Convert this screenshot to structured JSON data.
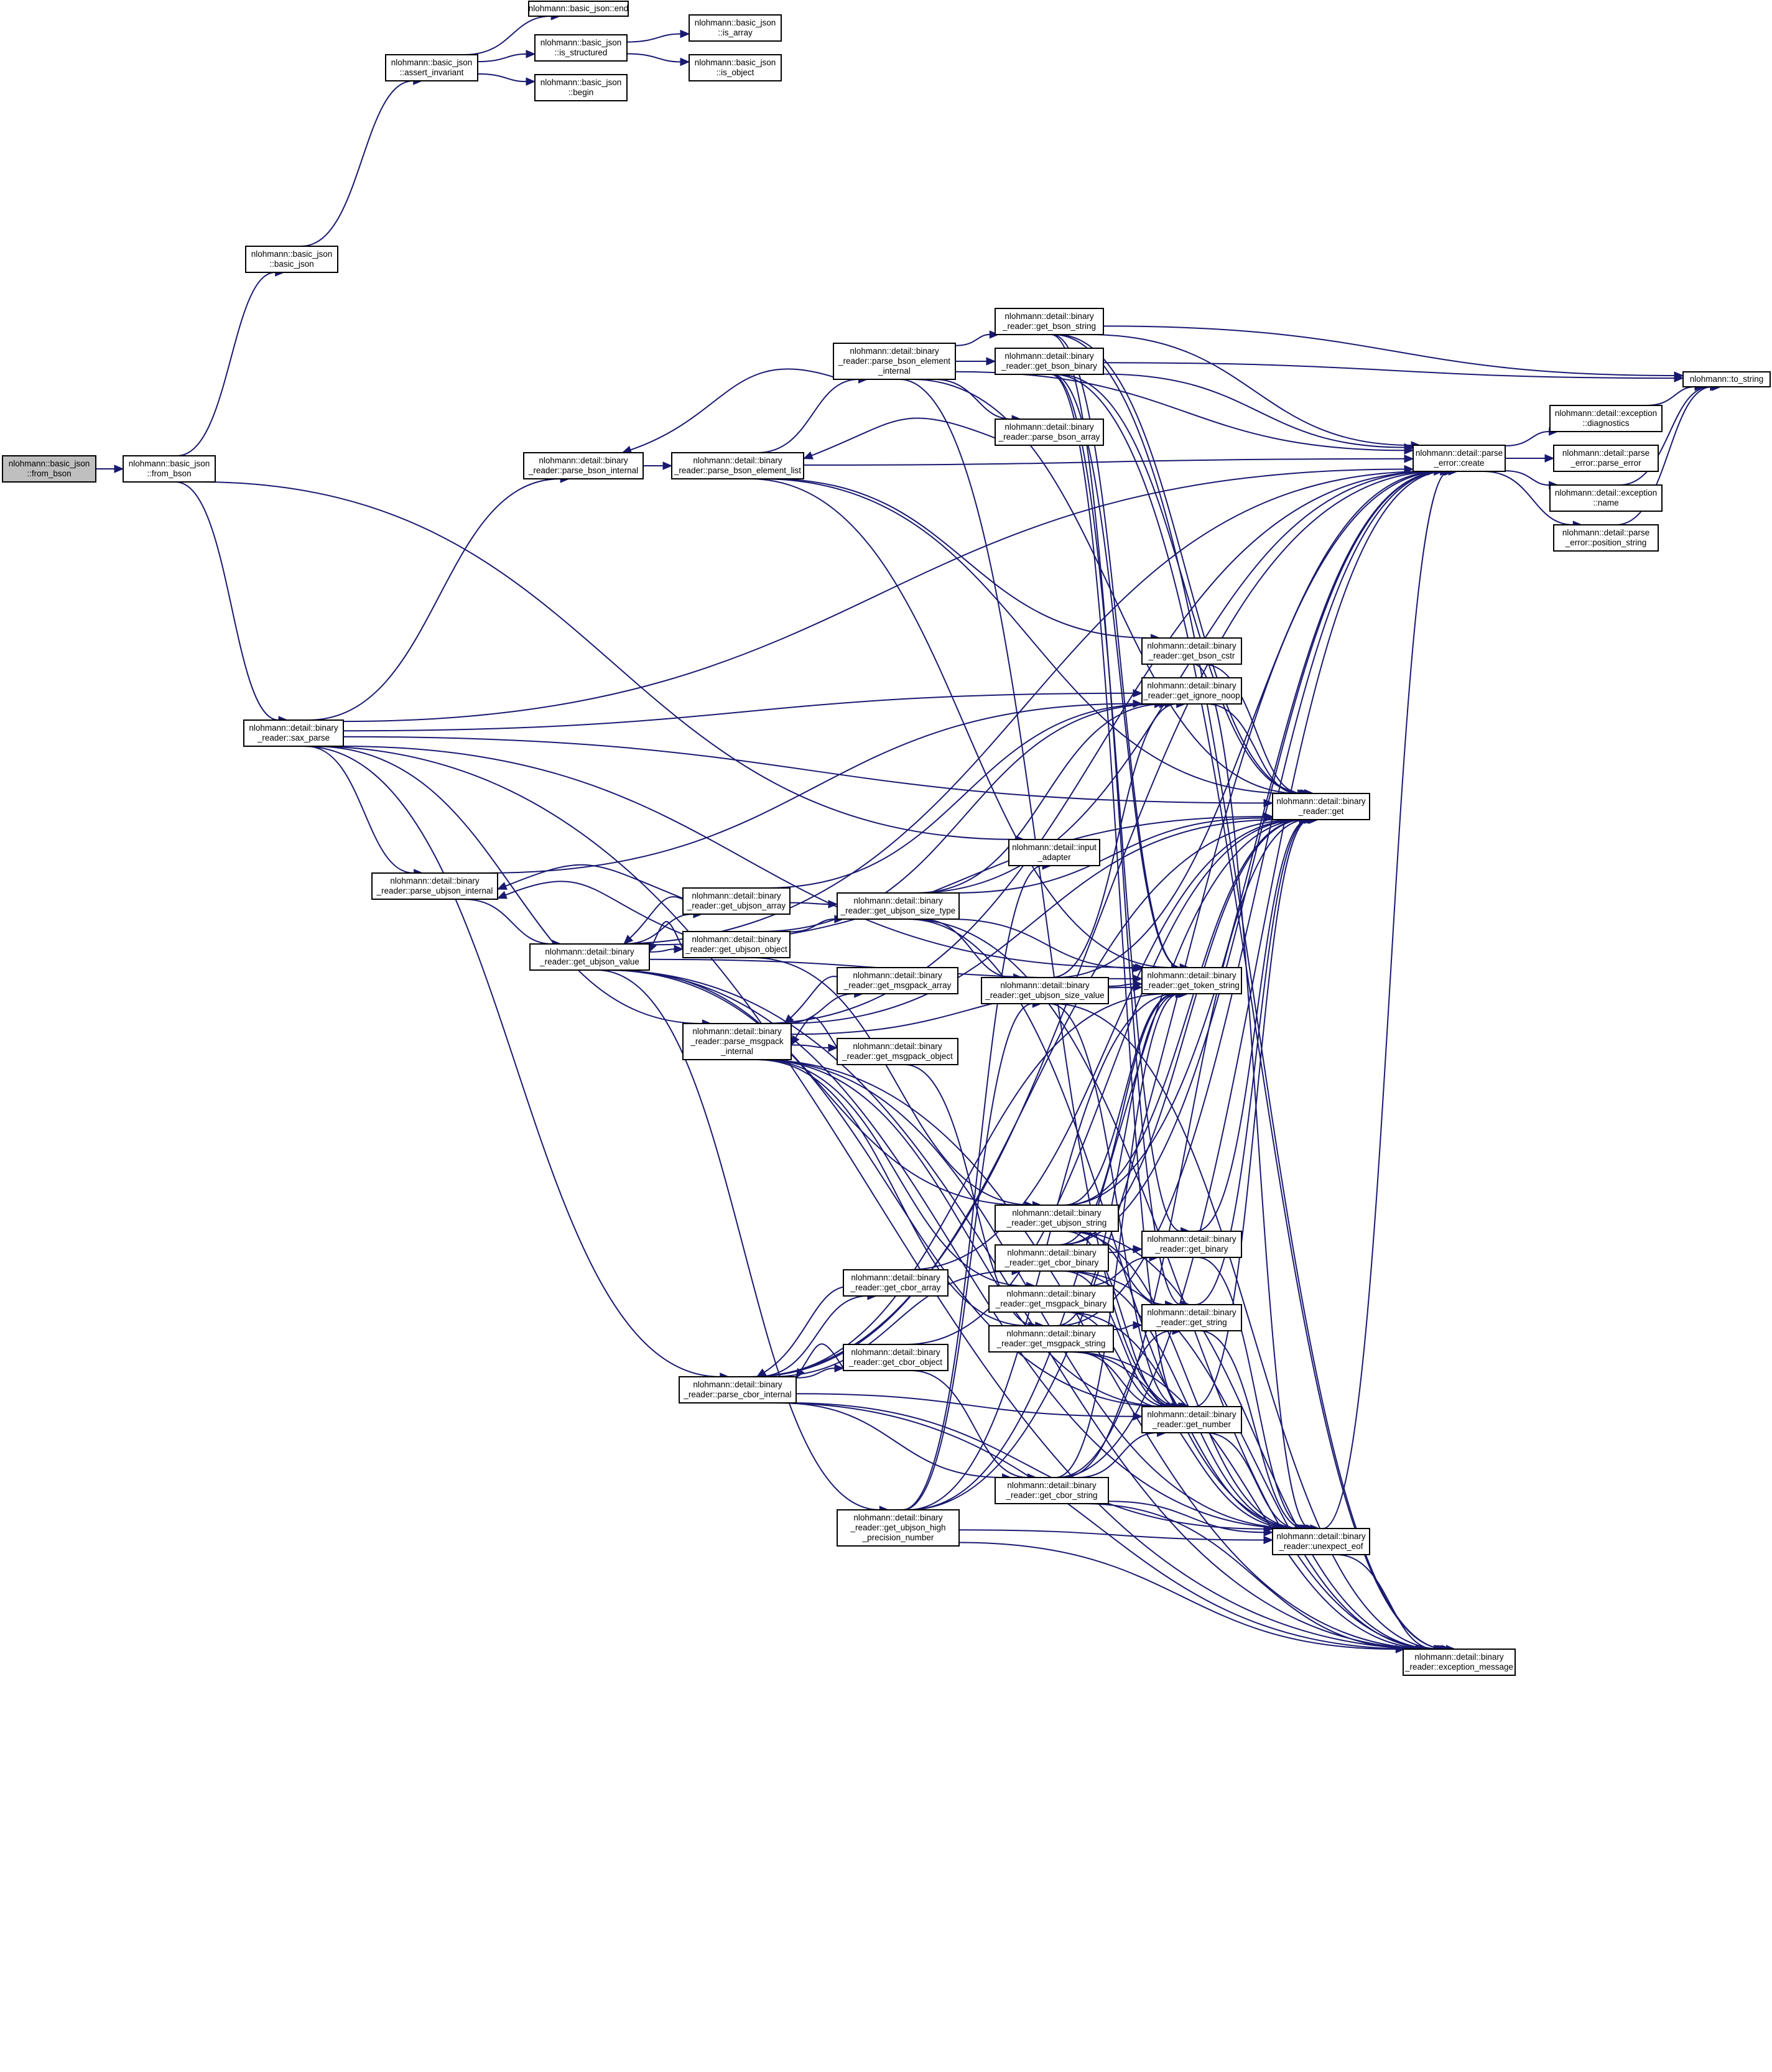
{
  "diagram": {
    "nodes": [
      {
        "id": "from_bson_caller",
        "lines": [
          "nlohmann::basic_json",
          "::from_bson"
        ],
        "root": true
      },
      {
        "id": "from_bson",
        "lines": [
          "nlohmann::basic_json",
          "::from_bson"
        ]
      },
      {
        "id": "bj_basic_json",
        "lines": [
          "nlohmann::basic_json",
          "::basic_json"
        ]
      },
      {
        "id": "assert_invariant",
        "lines": [
          "nlohmann::basic_json",
          "::assert_invariant"
        ]
      },
      {
        "id": "bj_end",
        "lines": [
          "nlohmann::basic_json::end"
        ]
      },
      {
        "id": "is_structured",
        "lines": [
          "nlohmann::basic_json",
          "::is_structured"
        ]
      },
      {
        "id": "bj_begin",
        "lines": [
          "nlohmann::basic_json",
          "::begin"
        ]
      },
      {
        "id": "is_array",
        "lines": [
          "nlohmann::basic_json",
          "::is_array"
        ]
      },
      {
        "id": "is_object",
        "lines": [
          "nlohmann::basic_json",
          "::is_object"
        ]
      },
      {
        "id": "sax_parse",
        "lines": [
          "nlohmann::detail::binary",
          "_reader::sax_parse"
        ]
      },
      {
        "id": "parse_bson_internal",
        "lines": [
          "nlohmann::detail::binary",
          "_reader::parse_bson_internal"
        ]
      },
      {
        "id": "parse_bson_element_list",
        "lines": [
          "nlohmann::detail::binary",
          "_reader::parse_bson_element_list"
        ]
      },
      {
        "id": "parse_bson_element_internal",
        "lines": [
          "nlohmann::detail::binary",
          "_reader::parse_bson_element",
          "_internal"
        ]
      },
      {
        "id": "get_bson_string",
        "lines": [
          "nlohmann::detail::binary",
          "_reader::get_bson_string"
        ]
      },
      {
        "id": "get_bson_binary",
        "lines": [
          "nlohmann::detail::binary",
          "_reader::get_bson_binary"
        ]
      },
      {
        "id": "parse_bson_array",
        "lines": [
          "nlohmann::detail::binary",
          "_reader::parse_bson_array"
        ]
      },
      {
        "id": "parse_error_create",
        "lines": [
          "nlohmann::detail::parse",
          "_error::create"
        ]
      },
      {
        "id": "exception_diagnostics",
        "lines": [
          "nlohmann::detail::exception",
          "::diagnostics"
        ]
      },
      {
        "id": "parse_error_parse_error",
        "lines": [
          "nlohmann::detail::parse",
          "_error::parse_error"
        ]
      },
      {
        "id": "exception_name",
        "lines": [
          "nlohmann::detail::exception",
          "::name"
        ]
      },
      {
        "id": "position_string",
        "lines": [
          "nlohmann::detail::parse",
          "_error::position_string"
        ]
      },
      {
        "id": "to_string",
        "lines": [
          "nlohmann::to_string"
        ]
      },
      {
        "id": "get_bson_cstr",
        "lines": [
          "nlohmann::detail::binary",
          "_reader::get_bson_cstr"
        ]
      },
      {
        "id": "get_ignore_noop",
        "lines": [
          "nlohmann::detail::binary",
          "_reader::get_ignore_noop"
        ]
      },
      {
        "id": "get",
        "lines": [
          "nlohmann::detail::binary",
          "_reader::get"
        ]
      },
      {
        "id": "input_adapter",
        "lines": [
          "nlohmann::detail::input",
          "_adapter"
        ]
      },
      {
        "id": "parse_ubjson_internal",
        "lines": [
          "nlohmann::detail::binary",
          "_reader::parse_ubjson_internal"
        ]
      },
      {
        "id": "get_ubjson_value",
        "lines": [
          "nlohmann::detail::binary",
          "_reader::get_ubjson_value"
        ]
      },
      {
        "id": "get_ubjson_array",
        "lines": [
          "nlohmann::detail::binary",
          "_reader::get_ubjson_array"
        ]
      },
      {
        "id": "get_ubjson_object",
        "lines": [
          "nlohmann::detail::binary",
          "_reader::get_ubjson_object"
        ]
      },
      {
        "id": "get_ubjson_size_type",
        "lines": [
          "nlohmann::detail::binary",
          "_reader::get_ubjson_size_type"
        ]
      },
      {
        "id": "get_ubjson_size_value",
        "lines": [
          "nlohmann::detail::binary",
          "_reader::get_ubjson_size_value"
        ]
      },
      {
        "id": "get_token_string",
        "lines": [
          "nlohmann::detail::binary",
          "_reader::get_token_string"
        ]
      },
      {
        "id": "get_msgpack_array",
        "lines": [
          "nlohmann::detail::binary",
          "_reader::get_msgpack_array"
        ]
      },
      {
        "id": "parse_msgpack_internal",
        "lines": [
          "nlohmann::detail::binary",
          "_reader::parse_msgpack",
          "_internal"
        ]
      },
      {
        "id": "get_msgpack_object",
        "lines": [
          "nlohmann::detail::binary",
          "_reader::get_msgpack_object"
        ]
      },
      {
        "id": "get_ubjson_string",
        "lines": [
          "nlohmann::detail::binary",
          "_reader::get_ubjson_string"
        ]
      },
      {
        "id": "get_cbor_binary",
        "lines": [
          "nlohmann::detail::binary",
          "_reader::get_cbor_binary"
        ]
      },
      {
        "id": "get_binary",
        "lines": [
          "nlohmann::detail::binary",
          "_reader::get_binary"
        ]
      },
      {
        "id": "get_cbor_array",
        "lines": [
          "nlohmann::detail::binary",
          "_reader::get_cbor_array"
        ]
      },
      {
        "id": "get_msgpack_binary",
        "lines": [
          "nlohmann::detail::binary",
          "_reader::get_msgpack_binary"
        ]
      },
      {
        "id": "get_string",
        "lines": [
          "nlohmann::detail::binary",
          "_reader::get_string"
        ]
      },
      {
        "id": "get_msgpack_string",
        "lines": [
          "nlohmann::detail::binary",
          "_reader::get_msgpack_string"
        ]
      },
      {
        "id": "get_cbor_object",
        "lines": [
          "nlohmann::detail::binary",
          "_reader::get_cbor_object"
        ]
      },
      {
        "id": "parse_cbor_internal",
        "lines": [
          "nlohmann::detail::binary",
          "_reader::parse_cbor_internal"
        ]
      },
      {
        "id": "get_number",
        "lines": [
          "nlohmann::detail::binary",
          "_reader::get_number"
        ]
      },
      {
        "id": "get_cbor_string",
        "lines": [
          "nlohmann::detail::binary",
          "_reader::get_cbor_string"
        ]
      },
      {
        "id": "get_ubjson_high_precision_number",
        "lines": [
          "nlohmann::detail::binary",
          "_reader::get_ubjson_high",
          "_precision_number"
        ]
      },
      {
        "id": "unexpect_eof",
        "lines": [
          "nlohmann::detail::binary",
          "_reader::unexpect_eof"
        ]
      },
      {
        "id": "exception_message",
        "lines": [
          "nlohmann::detail::binary",
          "_reader::exception_message"
        ]
      }
    ],
    "edges": [
      [
        "from_bson_caller",
        "from_bson"
      ],
      [
        "from_bson",
        "bj_basic_json"
      ],
      [
        "from_bson",
        "sax_parse"
      ],
      [
        "from_bson",
        "input_adapter"
      ],
      [
        "bj_basic_json",
        "assert_invariant"
      ],
      [
        "assert_invariant",
        "bj_end"
      ],
      [
        "assert_invariant",
        "is_structured"
      ],
      [
        "assert_invariant",
        "bj_begin"
      ],
      [
        "is_structured",
        "is_array"
      ],
      [
        "is_structured",
        "is_object"
      ],
      [
        "sax_parse",
        "parse_bson_internal"
      ],
      [
        "sax_parse",
        "parse_ubjson_internal"
      ],
      [
        "sax_parse",
        "parse_msgpack_internal"
      ],
      [
        "sax_parse",
        "parse_cbor_internal"
      ],
      [
        "sax_parse",
        "parse_error_create"
      ],
      [
        "sax_parse",
        "get_ignore_noop"
      ],
      [
        "sax_parse",
        "get"
      ],
      [
        "sax_parse",
        "get_token_string"
      ],
      [
        "sax_parse",
        "exception_message"
      ],
      [
        "parse_bson_internal",
        "parse_bson_element_list"
      ],
      [
        "parse_bson_element_list",
        "parse_bson_element_internal"
      ],
      [
        "parse_bson_element_list",
        "get_bson_cstr"
      ],
      [
        "parse_bson_element_list",
        "get"
      ],
      [
        "parse_bson_element_list",
        "get_token_string"
      ],
      [
        "parse_bson_element_list",
        "parse_error_create"
      ],
      [
        "parse_bson_element_internal",
        "parse_bson_internal"
      ],
      [
        "parse_bson_element_internal",
        "get_bson_string"
      ],
      [
        "parse_bson_element_internal",
        "get_bson_binary"
      ],
      [
        "parse_bson_element_internal",
        "parse_bson_array"
      ],
      [
        "parse_bson_element_internal",
        "get_number"
      ],
      [
        "parse_bson_element_internal",
        "parse_error_create"
      ],
      [
        "parse_bson_element_internal",
        "get"
      ],
      [
        "parse_bson_array",
        "parse_bson_element_list"
      ],
      [
        "get_bson_string",
        "parse_error_create"
      ],
      [
        "get_bson_string",
        "to_string"
      ],
      [
        "get_bson_string",
        "get_string"
      ],
      [
        "get_bson_string",
        "get_token_string"
      ],
      [
        "get_bson_string",
        "exception_message"
      ],
      [
        "get_bson_string",
        "get"
      ],
      [
        "get_bson_binary",
        "parse_error_create"
      ],
      [
        "get_bson_binary",
        "to_string"
      ],
      [
        "get_bson_binary",
        "get_binary"
      ],
      [
        "get_bson_binary",
        "get_number"
      ],
      [
        "get_bson_binary",
        "get_token_string"
      ],
      [
        "get_bson_binary",
        "get"
      ],
      [
        "get_bson_binary",
        "exception_message"
      ],
      [
        "parse_error_create",
        "exception_diagnostics"
      ],
      [
        "parse_error_create",
        "parse_error_parse_error"
      ],
      [
        "parse_error_create",
        "exception_name"
      ],
      [
        "parse_error_create",
        "position_string"
      ],
      [
        "exception_diagnostics",
        "to_string"
      ],
      [
        "exception_name",
        "to_string"
      ],
      [
        "position_string",
        "to_string"
      ],
      [
        "get_bson_cstr",
        "get"
      ],
      [
        "get_bson_cstr",
        "unexpect_eof"
      ],
      [
        "get_ignore_noop",
        "get"
      ],
      [
        "parse_ubjson_internal",
        "get_ubjson_value"
      ],
      [
        "parse_ubjson_internal",
        "get_ignore_noop"
      ],
      [
        "get_ubjson_value",
        "get_ubjson_array"
      ],
      [
        "get_ubjson_value",
        "get_ubjson_object"
      ],
      [
        "get_ubjson_value",
        "get_ubjson_string"
      ],
      [
        "get_ubjson_value",
        "get_ubjson_high_precision_number"
      ],
      [
        "get_ubjson_value",
        "get_number"
      ],
      [
        "get_ubjson_value",
        "get"
      ],
      [
        "get_ubjson_value",
        "get_token_string"
      ],
      [
        "get_ubjson_value",
        "parse_error_create"
      ],
      [
        "get_ubjson_value",
        "unexpect_eof"
      ],
      [
        "get_ubjson_value",
        "exception_message"
      ],
      [
        "get_ubjson_array",
        "parse_ubjson_internal"
      ],
      [
        "get_ubjson_array",
        "get_ubjson_value"
      ],
      [
        "get_ubjson_array",
        "get_ubjson_size_type"
      ],
      [
        "get_ubjson_array",
        "get_ignore_noop"
      ],
      [
        "get_ubjson_object",
        "parse_ubjson_internal"
      ],
      [
        "get_ubjson_object",
        "get_ubjson_value"
      ],
      [
        "get_ubjson_object",
        "get_ubjson_size_type"
      ],
      [
        "get_ubjson_object",
        "get_ubjson_string"
      ],
      [
        "get_ubjson_object",
        "get_ignore_noop"
      ],
      [
        "get_ubjson_size_type",
        "get_ubjson_size_value"
      ],
      [
        "get_ubjson_size_type",
        "get_ignore_noop"
      ],
      [
        "get_ubjson_size_type",
        "get"
      ],
      [
        "get_ubjson_size_type",
        "get_token_string"
      ],
      [
        "get_ubjson_size_type",
        "parse_error_create"
      ],
      [
        "get_ubjson_size_type",
        "unexpect_eof"
      ],
      [
        "get_ubjson_size_type",
        "exception_message"
      ],
      [
        "get_ubjson_size_value",
        "get_number"
      ],
      [
        "get_ubjson_size_value",
        "get_ignore_noop"
      ],
      [
        "get_ubjson_size_value",
        "get_token_string"
      ],
      [
        "get_ubjson_size_value",
        "parse_error_create"
      ],
      [
        "get_ubjson_size_value",
        "exception_message"
      ],
      [
        "parse_msgpack_internal",
        "get_msgpack_array"
      ],
      [
        "parse_msgpack_internal",
        "get_msgpack_object"
      ],
      [
        "parse_msgpack_internal",
        "get_msgpack_string"
      ],
      [
        "parse_msgpack_internal",
        "get_msgpack_binary"
      ],
      [
        "parse_msgpack_internal",
        "get_number"
      ],
      [
        "parse_msgpack_internal",
        "get"
      ],
      [
        "parse_msgpack_internal",
        "get_token_string"
      ],
      [
        "parse_msgpack_internal",
        "parse_error_create"
      ],
      [
        "parse_msgpack_internal",
        "unexpect_eof"
      ],
      [
        "parse_msgpack_internal",
        "exception_message"
      ],
      [
        "get_msgpack_array",
        "parse_msgpack_internal"
      ],
      [
        "get_msgpack_object",
        "parse_msgpack_internal"
      ],
      [
        "get_msgpack_object",
        "get_msgpack_string"
      ],
      [
        "get_ubjson_string",
        "get_number"
      ],
      [
        "get_ubjson_string",
        "get_string"
      ],
      [
        "get_ubjson_string",
        "get"
      ],
      [
        "get_ubjson_string",
        "get_token_string"
      ],
      [
        "get_ubjson_string",
        "parse_error_create"
      ],
      [
        "get_ubjson_string",
        "unexpect_eof"
      ],
      [
        "get_ubjson_string",
        "exception_message"
      ],
      [
        "get_cbor_binary",
        "get_binary"
      ],
      [
        "get_cbor_binary",
        "get_number"
      ],
      [
        "get_cbor_binary",
        "get"
      ],
      [
        "get_cbor_binary",
        "get_token_string"
      ],
      [
        "get_cbor_binary",
        "parse_error_create"
      ],
      [
        "get_cbor_binary",
        "unexpect_eof"
      ],
      [
        "get_cbor_binary",
        "exception_message"
      ],
      [
        "get_binary",
        "get"
      ],
      [
        "get_binary",
        "unexpect_eof"
      ],
      [
        "get_string",
        "get"
      ],
      [
        "get_string",
        "unexpect_eof"
      ],
      [
        "get_msgpack_binary",
        "get_binary"
      ],
      [
        "get_msgpack_binary",
        "get_number"
      ],
      [
        "get_msgpack_binary",
        "unexpect_eof"
      ],
      [
        "get_msgpack_string",
        "get_string"
      ],
      [
        "get_msgpack_string",
        "get_number"
      ],
      [
        "get_msgpack_string",
        "get_token_string"
      ],
      [
        "get_msgpack_string",
        "parse_error_create"
      ],
      [
        "get_msgpack_string",
        "unexpect_eof"
      ],
      [
        "get_msgpack_string",
        "exception_message"
      ],
      [
        "get_cbor_array",
        "parse_cbor_internal"
      ],
      [
        "get_cbor_array",
        "get"
      ],
      [
        "get_cbor_object",
        "parse_cbor_internal"
      ],
      [
        "get_cbor_object",
        "get_cbor_string"
      ],
      [
        "get_cbor_object",
        "get"
      ],
      [
        "parse_cbor_internal",
        "get_cbor_array"
      ],
      [
        "parse_cbor_internal",
        "get_cbor_object"
      ],
      [
        "parse_cbor_internal",
        "get_cbor_string"
      ],
      [
        "parse_cbor_internal",
        "get_cbor_binary"
      ],
      [
        "parse_cbor_internal",
        "get_number"
      ],
      [
        "parse_cbor_internal",
        "get"
      ],
      [
        "parse_cbor_internal",
        "get_token_string"
      ],
      [
        "parse_cbor_internal",
        "parse_error_create"
      ],
      [
        "parse_cbor_internal",
        "unexpect_eof"
      ],
      [
        "parse_cbor_internal",
        "exception_message"
      ],
      [
        "get_cbor_string",
        "get_string"
      ],
      [
        "get_cbor_string",
        "get_number"
      ],
      [
        "get_cbor_string",
        "get"
      ],
      [
        "get_cbor_string",
        "get_token_string"
      ],
      [
        "get_cbor_string",
        "parse_error_create"
      ],
      [
        "get_cbor_string",
        "unexpect_eof"
      ],
      [
        "get_cbor_string",
        "exception_message"
      ],
      [
        "get_ubjson_high_precision_number",
        "get_ubjson_size_value"
      ],
      [
        "get_ubjson_high_precision_number",
        "input_adapter"
      ],
      [
        "get_ubjson_high_precision_number",
        "get"
      ],
      [
        "get_ubjson_high_precision_number",
        "get_token_string"
      ],
      [
        "get_ubjson_high_precision_number",
        "parse_error_create"
      ],
      [
        "get_ubjson_high_precision_number",
        "unexpect_eof"
      ],
      [
        "get_ubjson_high_precision_number",
        "exception_message"
      ],
      [
        "get_number",
        "get"
      ],
      [
        "get_number",
        "unexpect_eof"
      ],
      [
        "unexpect_eof",
        "parse_error_create"
      ],
      [
        "unexpect_eof",
        "exception_message"
      ]
    ]
  }
}
